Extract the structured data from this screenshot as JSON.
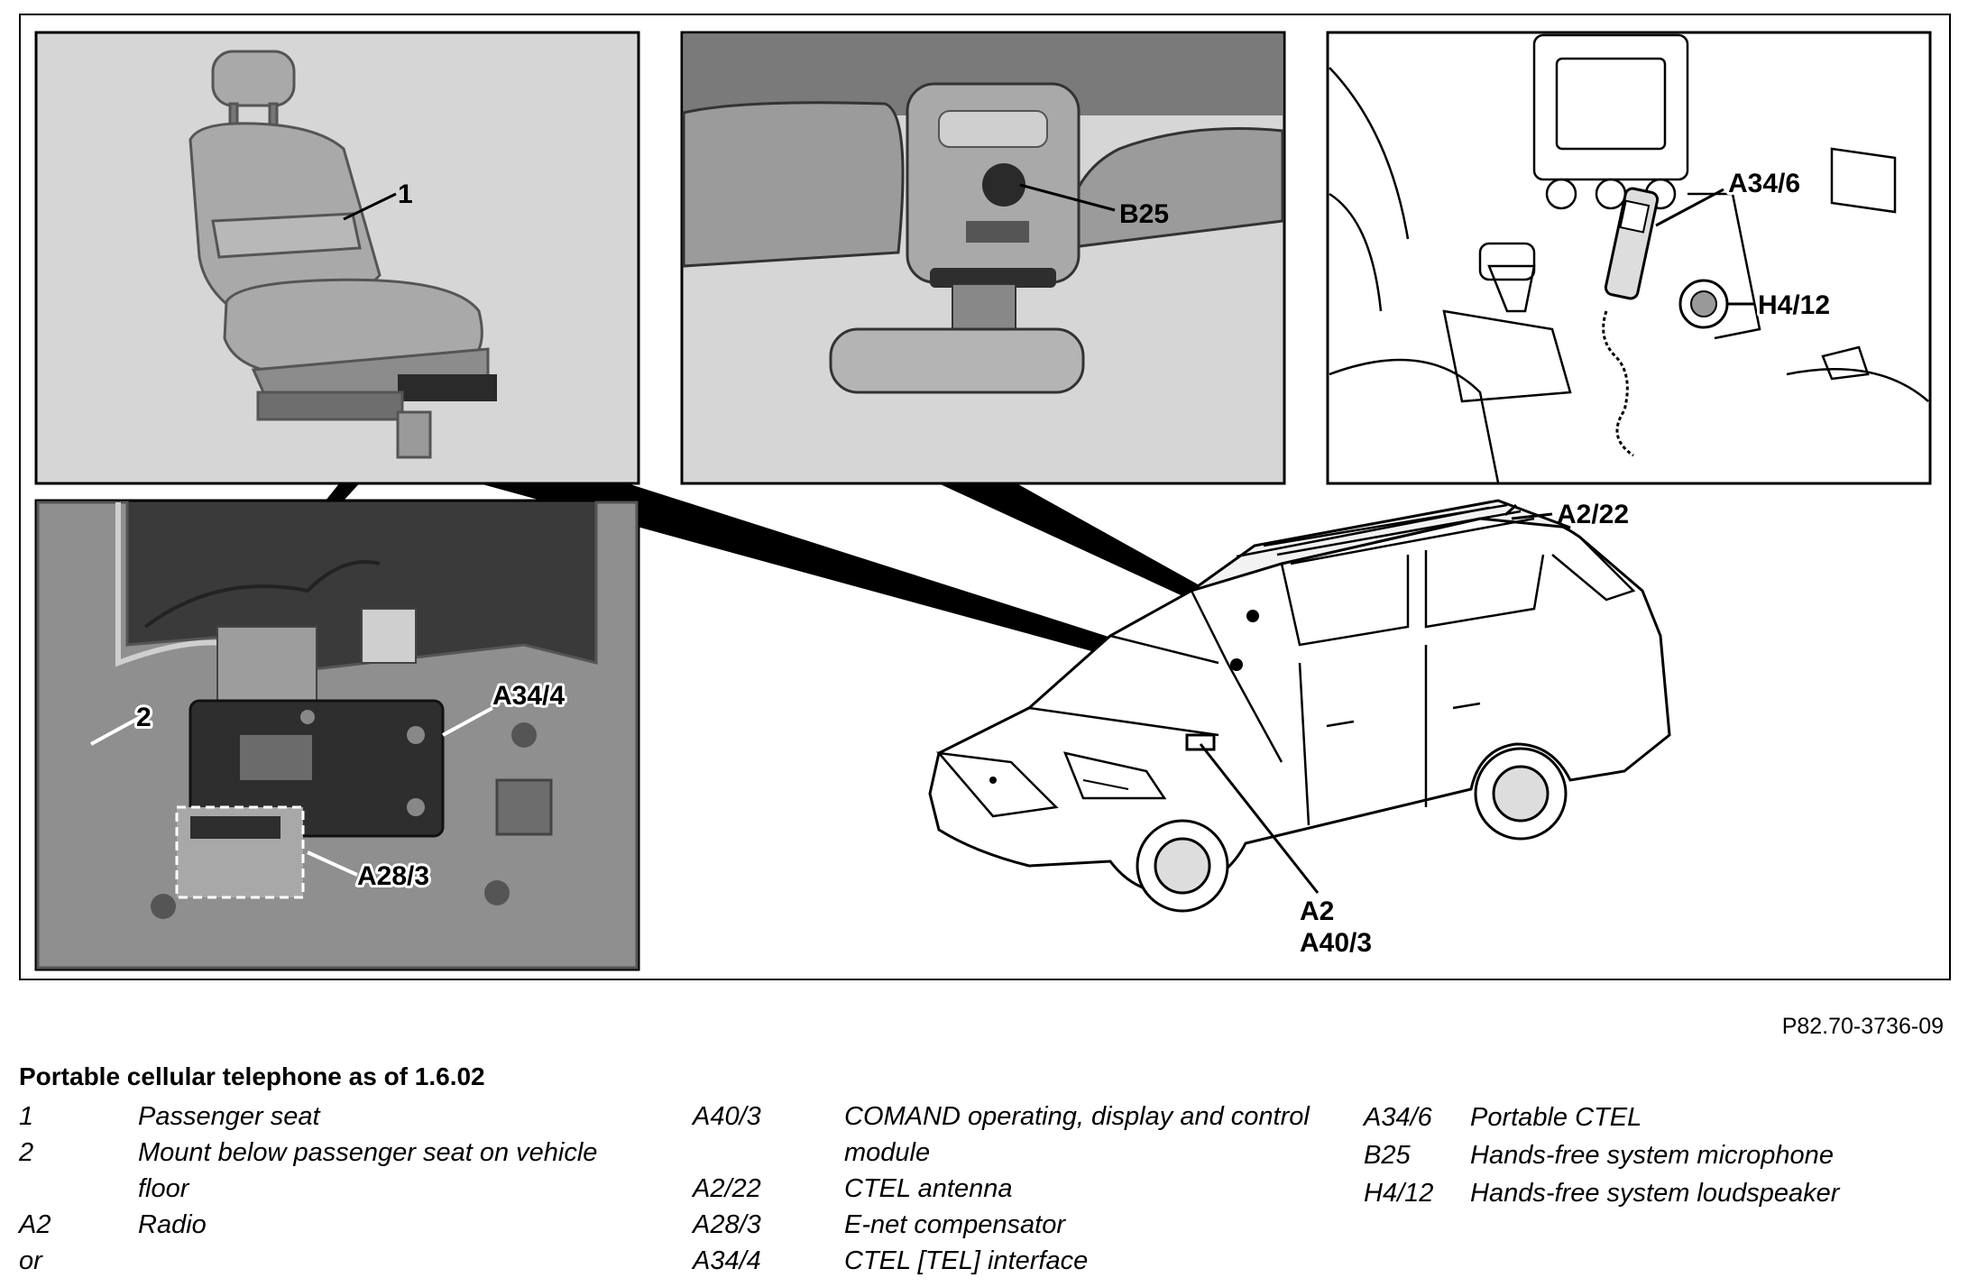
{
  "figure": {
    "callouts": {
      "seat": "1",
      "mount": "2",
      "microphone": "B25",
      "portable_ctel": "A34/6",
      "loudspeaker": "H4/12",
      "antenna": "A2/22",
      "interface": "A34/4",
      "compensator": "A28/3",
      "radio": "A2",
      "comand": "A40/3"
    },
    "code": "P82.70-3736-09"
  },
  "legend": {
    "title": "Portable cellular telephone as of 1.6.02",
    "columns": [
      [
        {
          "code": "1",
          "desc": "Passenger seat"
        },
        {
          "code": "2",
          "desc": "Mount below passenger seat on vehicle floor"
        },
        {
          "code": "A2",
          "desc": "Radio"
        },
        {
          "code": "or",
          "desc": ""
        }
      ],
      [
        {
          "code": "A40/3",
          "desc": "COMAND operating, display and control module"
        },
        {
          "code": "A2/22",
          "desc": "CTEL antenna"
        },
        {
          "code": "A28/3",
          "desc": "E-net compensator"
        },
        {
          "code": "A34/4",
          "desc": "CTEL [TEL] interface"
        }
      ],
      [
        {
          "code": "A34/6",
          "desc": "Portable CTEL"
        },
        {
          "code": "B25",
          "desc": "Hands-free system microphone"
        },
        {
          "code": "H4/12",
          "desc": "Hands-free system loudspeaker"
        }
      ]
    ]
  },
  "colors": {
    "panel_bg": "#d6d6d6",
    "dark_panel_bg": "#3a3a3a",
    "outline": "#000000"
  }
}
